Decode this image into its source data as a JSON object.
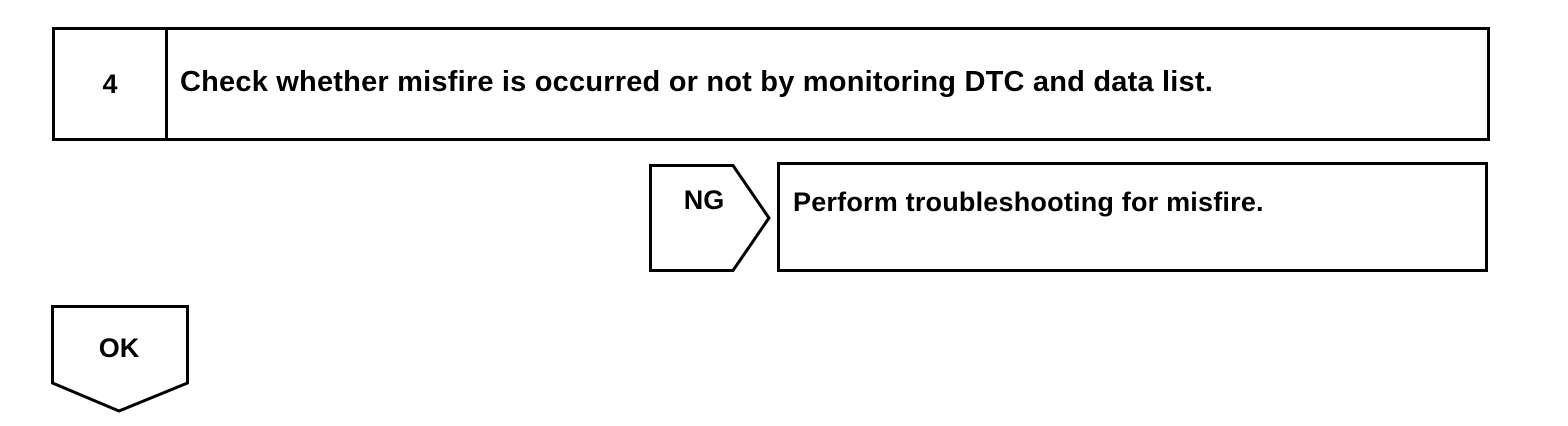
{
  "step": {
    "number": "4",
    "title": "Check whether misfire is occurred or not by monitoring DTC and data list."
  },
  "ng": {
    "label": "NG",
    "action": "Perform troubleshooting for misfire."
  },
  "ok": {
    "label": "OK"
  }
}
